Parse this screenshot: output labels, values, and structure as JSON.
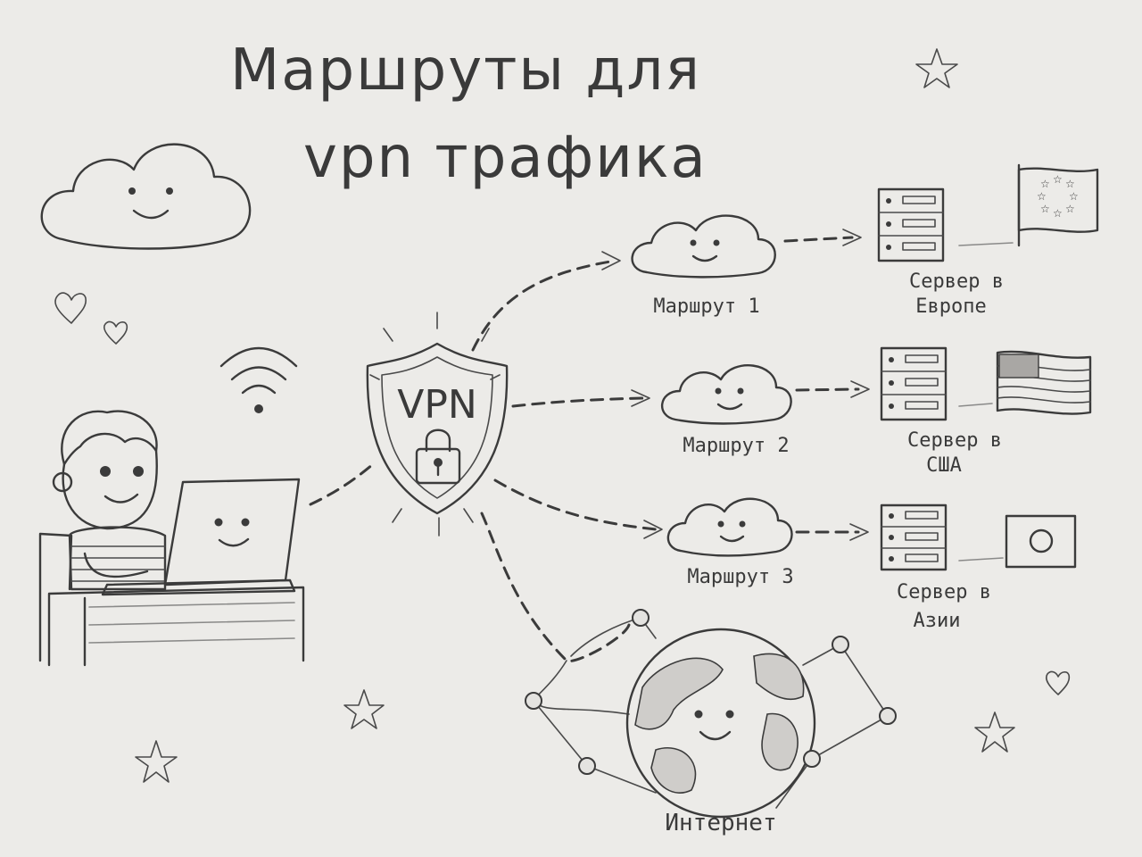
{
  "title": {
    "line1": "Маршруты для",
    "line2": "vpn трафика"
  },
  "vpn_label": "VPN",
  "routes": [
    {
      "label": "Маршрут 1",
      "server_line1": "Сервер в",
      "server_line2": "Европе",
      "flag": "eu-flag"
    },
    {
      "label": "Маршрут 2",
      "server_line1": "Сервер в",
      "server_line2": "США",
      "flag": "usa-flag"
    },
    {
      "label": "Маршрут 3",
      "server_line1": "Сервер в",
      "server_line2": "Азии",
      "flag": "japan-flag"
    }
  ],
  "internet_label": "Интернет",
  "icons": [
    "cloud-icon",
    "heart-icon",
    "star-icon",
    "wifi-icon",
    "shield-icon",
    "lock-icon",
    "server-icon",
    "globe-icon",
    "laptop-icon",
    "boy-icon"
  ],
  "colors": {
    "paper": "#ecebe8",
    "ink": "#3b3b3b",
    "shade": "#cfcdca"
  }
}
